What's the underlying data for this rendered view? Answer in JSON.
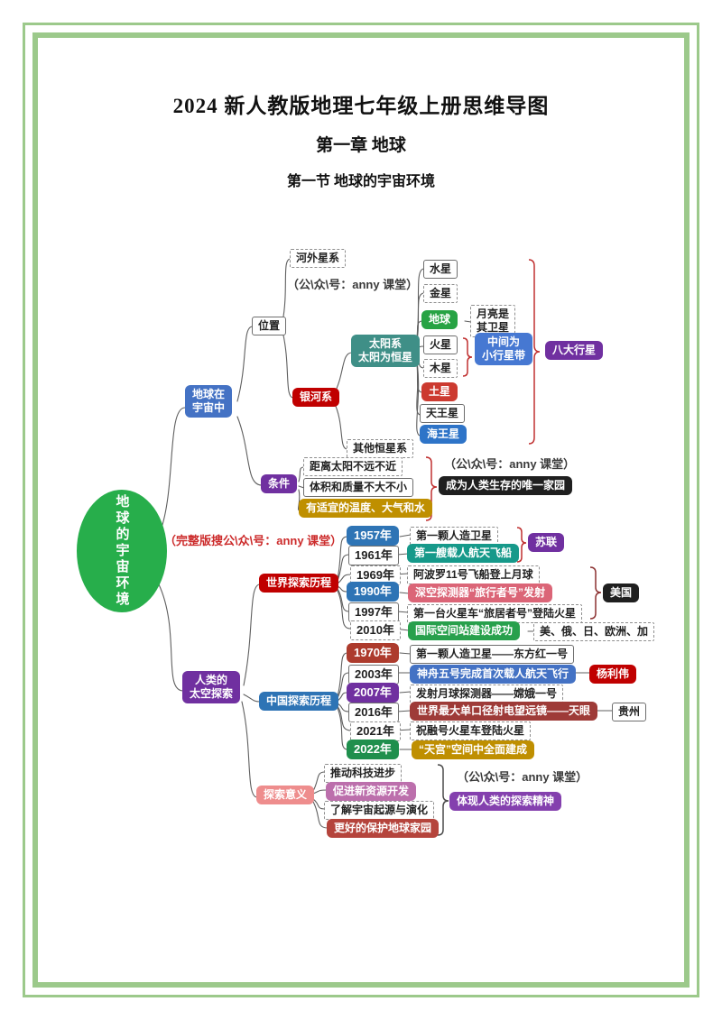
{
  "header": {
    "title": "2024 新人教版地理七年级上册思维导图",
    "chapter": "第一章 地球",
    "section": "第一节 地球的宇宙环境"
  },
  "watermarks": {
    "top": "（公\\众\\号：anny 课堂）",
    "mid": "（公\\众\\号：anny 课堂）",
    "red": "（完整版搜公\\众\\号：anny 课堂）",
    "bottom": "（公\\众\\号：anny 课堂）"
  },
  "n": {
    "root": "地球的宇宙环境",
    "earth_in_universe": "地球在\n宇宙中",
    "position": "位置",
    "extragalactic": "河外星系",
    "milky_way": "银河系",
    "solar_system": "太阳系\n太阳为恒星",
    "other_star_systems": "其他恒星系",
    "mercury": "水星",
    "venus": "金星",
    "earth": "地球",
    "moon_note": "月亮是\n其卫星",
    "mars": "火星",
    "jupiter": "木星",
    "asteroid_belt": "中间为\n小行星带",
    "saturn": "土星",
    "uranus": "天王星",
    "neptune": "海王星",
    "eight_planets": "八大行星",
    "condition": "条件",
    "cond_distance": "距离太阳不远不近",
    "cond_size": "体积和质量不大不小",
    "cond_environment": "有适宜的温度、大气和水",
    "only_home": "成为人类生存的唯一家园",
    "space_exploration": "人类的\n太空探索",
    "world_history": "世界探索历程",
    "y1957": "1957年",
    "y1957_desc": "第一颗人造卫星",
    "ussr": "苏联",
    "y1961": "1961年",
    "y1961_desc": "第一艘载人航天飞船",
    "y1969": "1969年",
    "y1969_desc": "阿波罗11号飞船登上月球",
    "y1990": "1990年",
    "y1990_desc": "深空探测器“旅行者号”发射",
    "y1997": "1997年",
    "y1997_desc": "第一台火星车“旅居者号”登陆火星",
    "usa": "美国",
    "y2010": "2010年",
    "y2010_desc": "国际空间站建设成功",
    "iss_countries": "美、俄、日、欧洲、加",
    "china_history": "中国探索历程",
    "y1970": "1970年",
    "y1970_desc": "第一颗人造卫星——东方红一号",
    "y2003": "2003年",
    "y2003_desc": "神舟五号完成首次载人航天飞行",
    "yang_liwei": "杨利伟",
    "y2007": "2007年",
    "y2007_desc": "发射月球探测器——嫦娥一号",
    "y2016": "2016年",
    "y2016_desc": "世界最大单口径射电望远镜——天眼",
    "guizhou": "贵州",
    "y2021": "2021年",
    "y2021_desc": "祝融号火星车登陆火星",
    "y2022": "2022年",
    "y2022_desc": "“天宫”空间中全面建成",
    "significance": "探索意义",
    "sig_tech": "推动科技进步",
    "sig_resource": "促进新资源开发",
    "sig_origin": "了解宇宙起源与演化",
    "sig_protect": "更好的保护地球家园",
    "sig_spirit": "体现人类的探索精神"
  },
  "colors": {
    "frame_green": "#9cc98b",
    "root_green": "#27ae4b",
    "blue": "#4472c4",
    "med_blue": "#2e74b5",
    "red": "#c00000",
    "teal": "#3f8f87",
    "teal_green": "#16998a",
    "green": "#28a04c",
    "dark_green": "#1f8f4d",
    "purple": "#7030a0",
    "light_purple": "#8440ae",
    "gold": "#bf8f00",
    "black_node": "#1f1f1f",
    "brick": "#ad3b2d",
    "maroon": "#9e3b38",
    "rose": "#db6577",
    "salmon": "#ee8d8d",
    "mauve": "#bc6fac",
    "brace_red": "#c03030"
  }
}
